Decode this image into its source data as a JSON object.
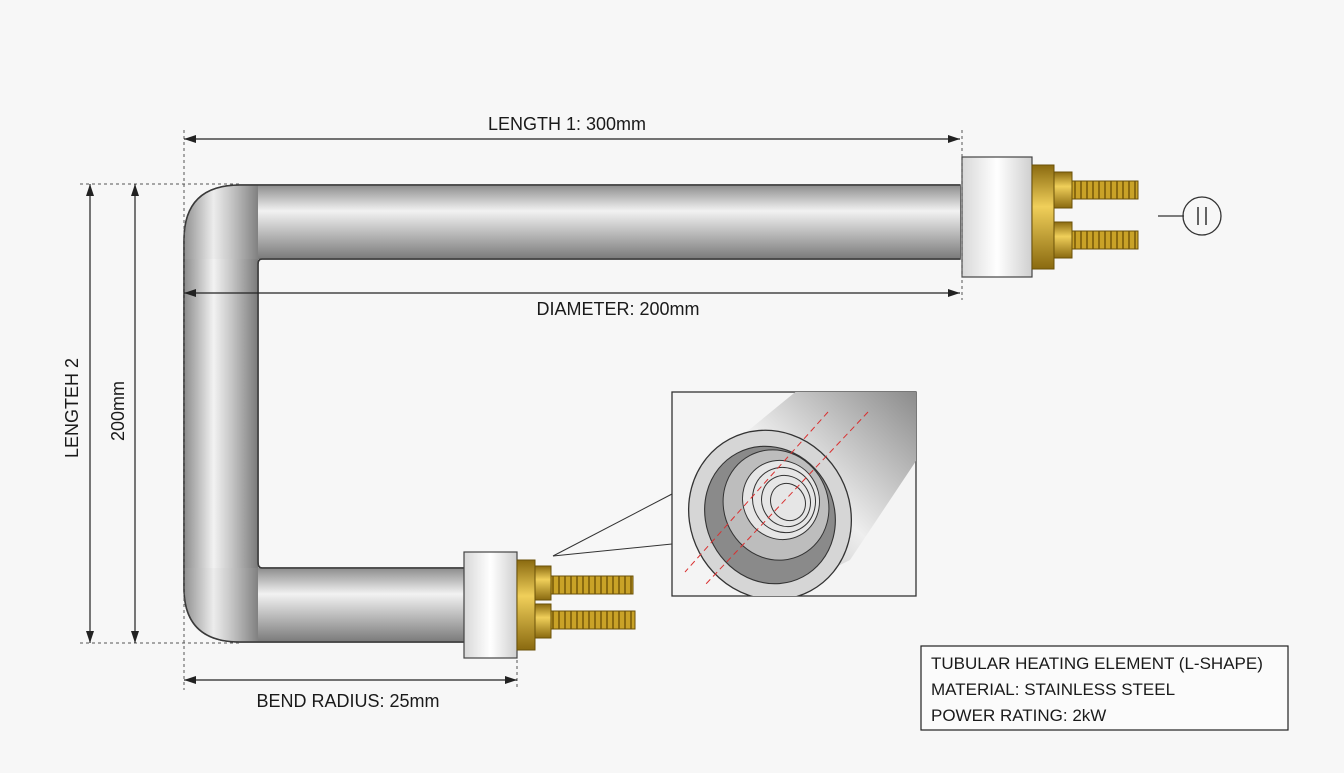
{
  "dimensions": {
    "length1": "LENGTH 1: 300mm",
    "diameter": "DIAMETER: 200mm",
    "length2_label": "LENGTEH 2",
    "length2_value": "200mm",
    "bend_radius": "BEND RADIUS: 25mm"
  },
  "info_box": {
    "line1": "TUBULAR HEATING ELEMENT (L-SHAPE)",
    "line2": "MATERIAL: STAINLESS STEEL",
    "line3": "POWER RATING: 2kW"
  },
  "colors": {
    "tube_light": "#f2f2f2",
    "tube_dark": "#8c8c8c",
    "brass": "#c9a227",
    "section_line": "#d93030"
  }
}
